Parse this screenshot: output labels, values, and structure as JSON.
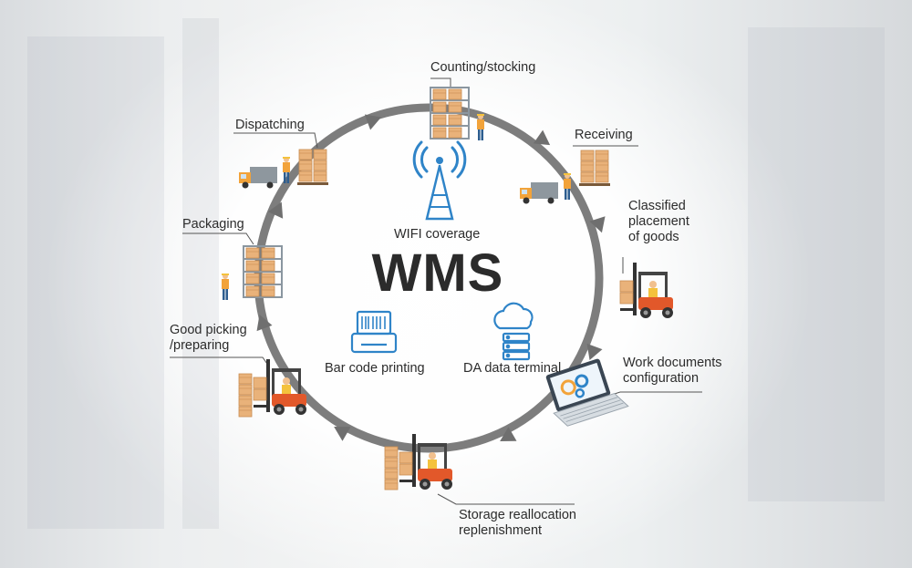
{
  "title": "WMS",
  "hub": {
    "wifi": "WIFI coverage",
    "barcode": "Bar code printing",
    "terminal": "DA data terminal"
  },
  "steps": {
    "counting": "Counting/stocking",
    "receiving": "Receiving",
    "classified": "Classified\nplacement\nof goods",
    "work_docs": "Work documents\nconfiguration",
    "storage": "Storage reallocation\nreplenishment",
    "picking": "Good picking\n/preparing",
    "packaging": "Packaging",
    "dispatching": "Dispatching"
  },
  "colors": {
    "ring": "#7d7d7d",
    "accent_blue": "#2f84c8",
    "forklift_orange": "#e2582a",
    "box": "#e9b27a"
  }
}
